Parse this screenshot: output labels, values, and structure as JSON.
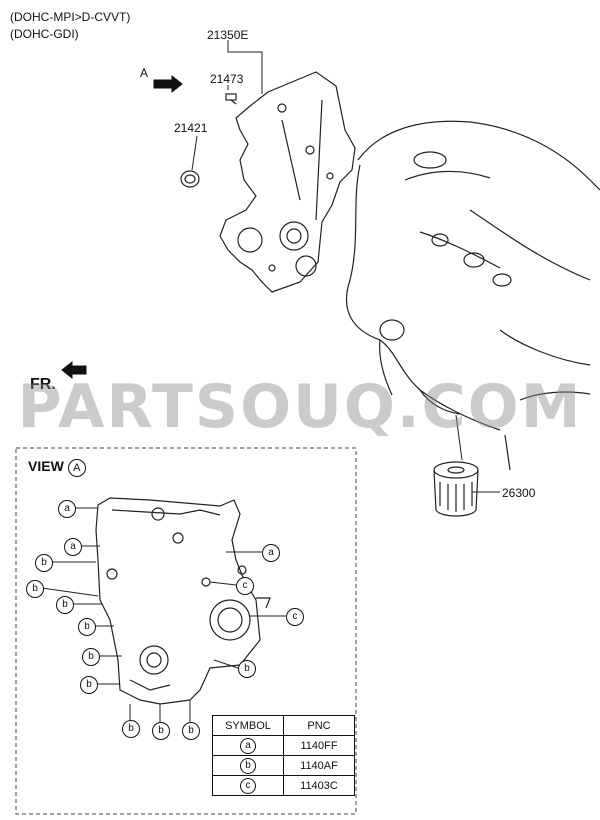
{
  "header": {
    "line1": "(DOHC-MPI>D-CVVT)",
    "line2": "(DOHC-GDI)"
  },
  "parts": {
    "p21350E": "21350E",
    "p21473": "21473",
    "p21421": "21421",
    "p26300": "26300"
  },
  "arrows": {
    "view_a": "A",
    "front": "FR."
  },
  "watermark": "PARTSOUQ.COM",
  "view": {
    "title": "VIEW",
    "symbol": "A"
  },
  "callouts": {
    "a": "a",
    "b": "b",
    "c": "c"
  },
  "legend": {
    "headers": [
      "SYMBOL",
      "PNC"
    ],
    "rows": [
      {
        "symbol": "a",
        "pnc": "1140FF"
      },
      {
        "symbol": "b",
        "pnc": "1140AF"
      },
      {
        "symbol": "c",
        "pnc": "11403C"
      }
    ]
  }
}
